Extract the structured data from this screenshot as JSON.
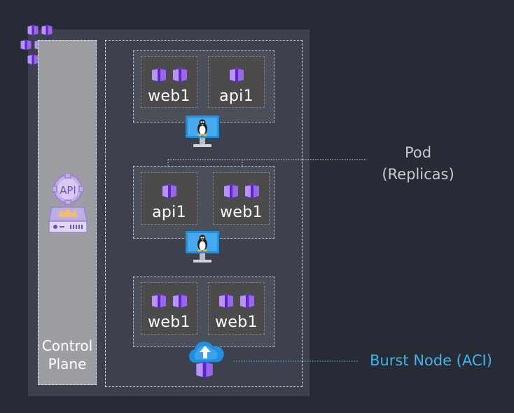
{
  "control_plane": {
    "label_line1": "Control",
    "label_line2": "Plane",
    "api_icon_text": "API"
  },
  "nodes": [
    {
      "pods": [
        {
          "label": "web1",
          "cubes": 2
        },
        {
          "label": "api1",
          "cubes": 1
        }
      ],
      "icon": "linux-vm-icon"
    },
    {
      "pods": [
        {
          "label": "api1",
          "cubes": 1
        },
        {
          "label": "web1",
          "cubes": 2
        }
      ],
      "icon": "linux-vm-icon"
    },
    {
      "pods": [
        {
          "label": "web1",
          "cubes": 2
        },
        {
          "label": "web1",
          "cubes": 2
        }
      ],
      "icon": "aci-burst-icon"
    }
  ],
  "annotations": {
    "pod_line1": "Pod",
    "pod_line2": "(Replicas)",
    "burst_node": "Burst Node (ACI)"
  },
  "colors": {
    "background": "#262b36",
    "cluster": "#3c414d",
    "control_plane": "#9d9ea3",
    "pod": "#4b4b4b",
    "cube": "#7b3fe0",
    "accent_blue": "#3fb6ea"
  }
}
